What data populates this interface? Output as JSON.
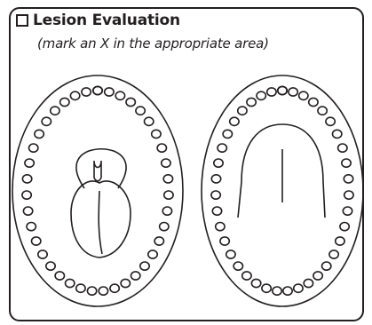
{
  "form": {
    "title": "Lesion Evaluation",
    "instruction": "(mark an X in the appropriate area)",
    "checkbox_checked": false
  },
  "diagrams": [
    {
      "name": "lower-jaw-diagram",
      "view": "floor of mouth with tongue raised"
    },
    {
      "name": "upper-jaw-diagram",
      "view": "palate"
    }
  ],
  "colors": {
    "ink": "#231f20",
    "background": "#ffffff"
  }
}
